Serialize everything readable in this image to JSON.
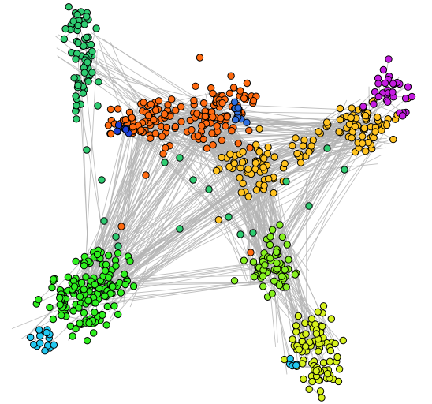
{
  "diagram": {
    "type": "network-graph",
    "background": "#ffffff",
    "edge_color": "#b4b4b4",
    "node_outline_color": "#000000",
    "communities": [
      {
        "id": "teal-green-strand",
        "color": "#2ecc71"
      },
      {
        "id": "orange",
        "color": "#ff6a10"
      },
      {
        "id": "dark-blue",
        "color": "#1b3fd9"
      },
      {
        "id": "mid-blue",
        "color": "#2e6fe0"
      },
      {
        "id": "gold",
        "color": "#ffc21f"
      },
      {
        "id": "magenta",
        "color": "#c41ce0"
      },
      {
        "id": "bright-green",
        "color": "#2ef01e"
      },
      {
        "id": "lime",
        "color": "#86f01e"
      },
      {
        "id": "yellow-green",
        "color": "#d6f11b"
      },
      {
        "id": "light-blue",
        "color": "#22c8f0"
      }
    ]
  }
}
